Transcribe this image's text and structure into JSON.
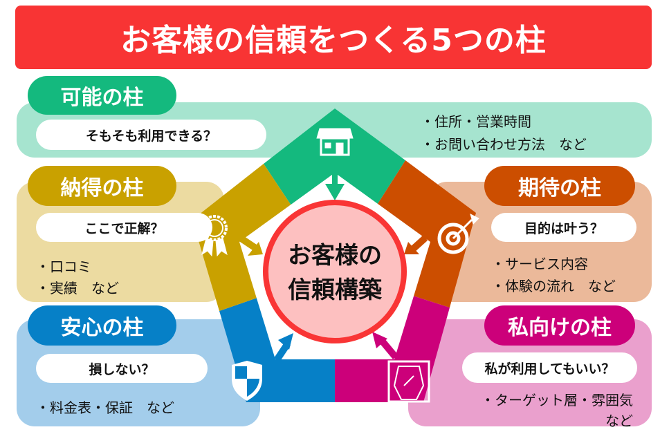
{
  "title": "お客様の信頼をつくる5つの柱",
  "center": {
    "line1": "お客様の",
    "line2": "信頼構築"
  },
  "pillars": {
    "kanou": {
      "label": "可能の柱",
      "question": "そもそも利用できる？",
      "bullets": [
        "・住所・営業時間",
        "・お問い合わせ方法　など"
      ],
      "color": "#14B97E",
      "light": "#A6E4CF",
      "icon": "store-icon"
    },
    "nattoku": {
      "label": "納得の柱",
      "question": "ここで正解？",
      "bullets": [
        "・口コミ",
        "・実績　など"
      ],
      "color": "#C9A100",
      "light": "#ECDBA1",
      "icon": "award-ribbon-icon"
    },
    "anshin": {
      "label": "安心の柱",
      "question": "損しない？",
      "bullets": [
        "・料金表・保証　など"
      ],
      "color": "#0680C7",
      "light": "#A3CDEB",
      "icon": "shield-icon"
    },
    "kitai": {
      "label": "期待の柱",
      "question": "目的は叶う？",
      "bullets": [
        "・サービス内容",
        "・体験の流れ　など"
      ],
      "color": "#CC4E00",
      "light": "#EBB99A",
      "icon": "target-icon"
    },
    "watashimuke": {
      "label": "私向けの柱",
      "question": "私が利用してもいい？",
      "bullets": [
        "・ターゲット層・雰囲気",
        "など"
      ],
      "color": "#CC007A",
      "light": "#EAA0CD",
      "icon": "mirror-icon"
    }
  }
}
